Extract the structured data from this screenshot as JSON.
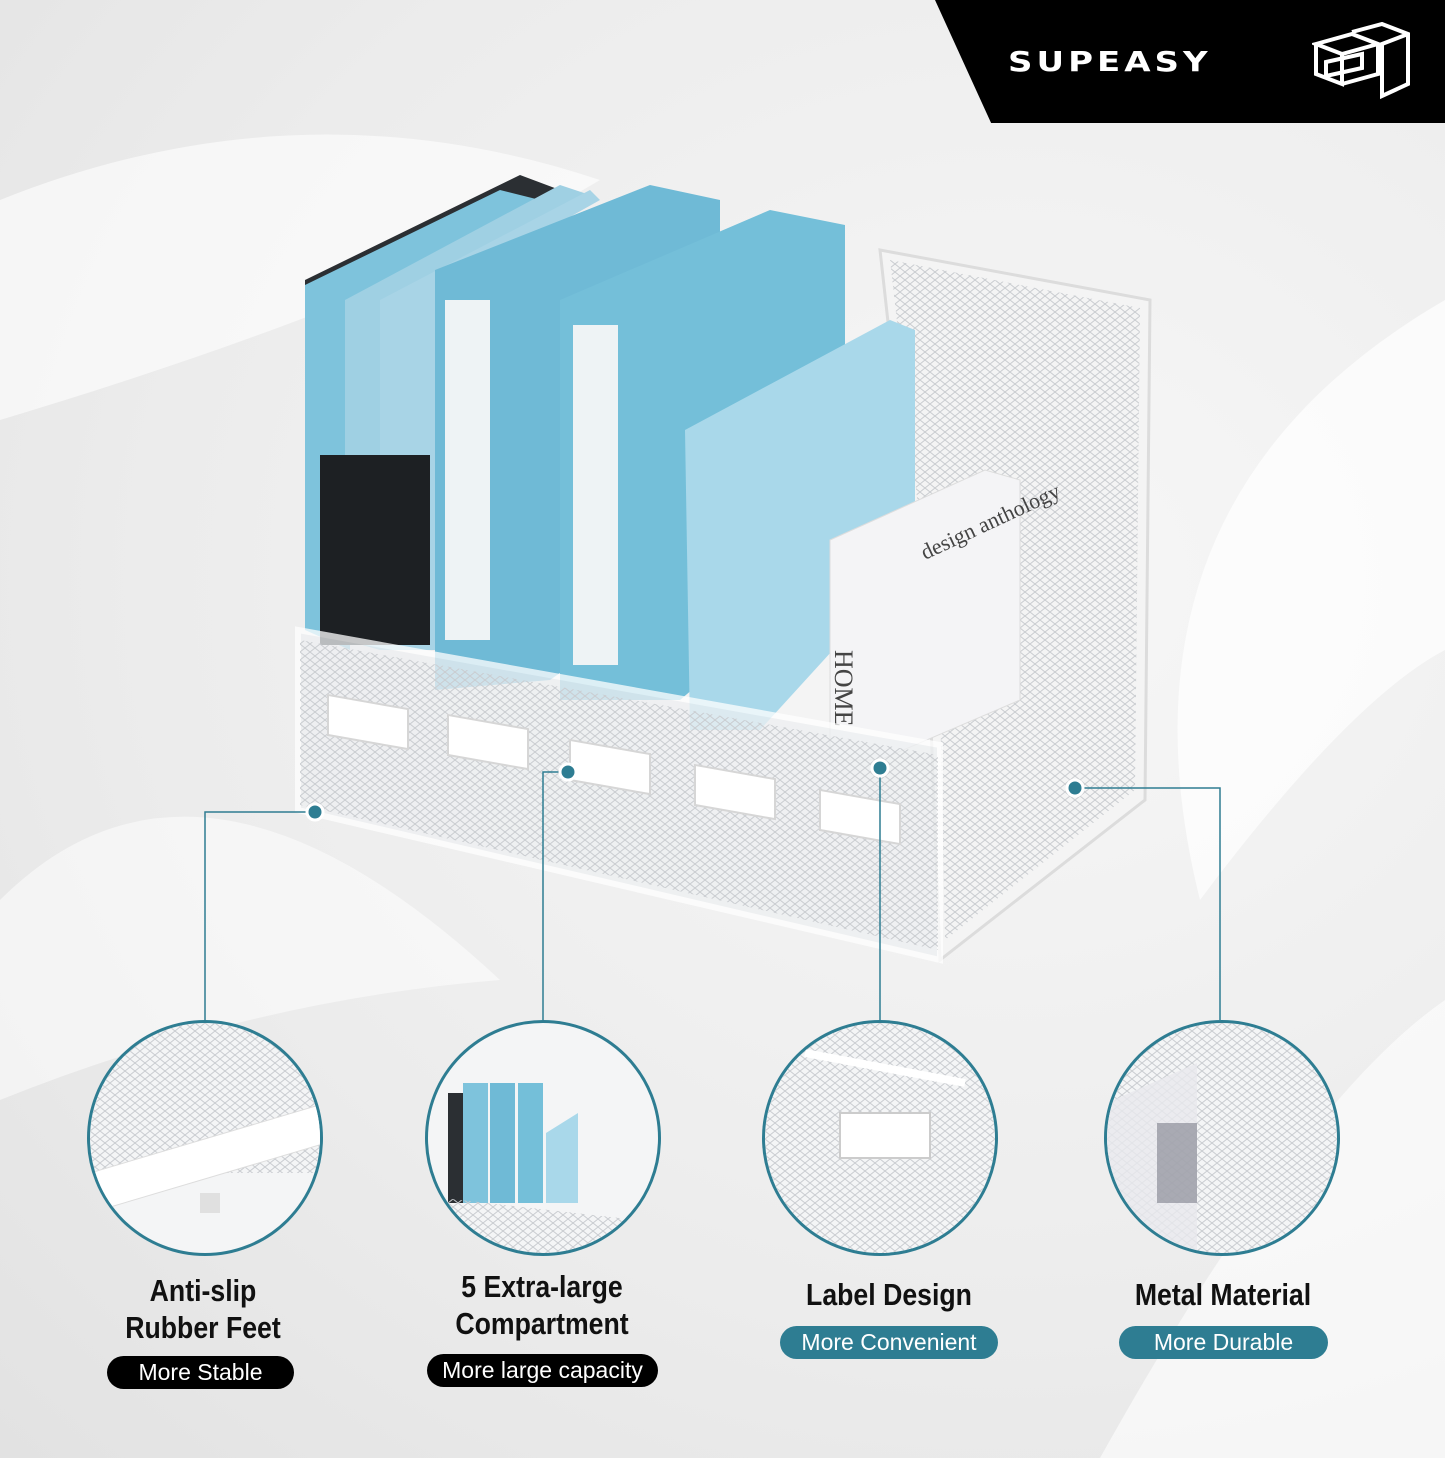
{
  "brand": {
    "name": "SUPEASY",
    "logo_icon": "stacked-cube-logo"
  },
  "product_print": {
    "book_title": "design anthology",
    "book_spine": "HOME"
  },
  "colors": {
    "accent": "#2e7d92",
    "dark": "#000000",
    "folder": "#7ec3dc"
  },
  "features": [
    {
      "title_line1": "Anti-slip",
      "title_line2": "Rubber Feet",
      "badge": "More Stable",
      "badge_color": "#000000"
    },
    {
      "title_line1": "5 Extra-large",
      "title_line2": "Compartment",
      "badge": "More large capacity",
      "badge_color": "#000000"
    },
    {
      "title_line1": "Label Design",
      "title_line2": "",
      "badge": "More Convenient",
      "badge_color": "#2e7d92"
    },
    {
      "title_line1": "Metal Material",
      "title_line2": "",
      "badge": "More Durable",
      "badge_color": "#2e7d92"
    }
  ]
}
